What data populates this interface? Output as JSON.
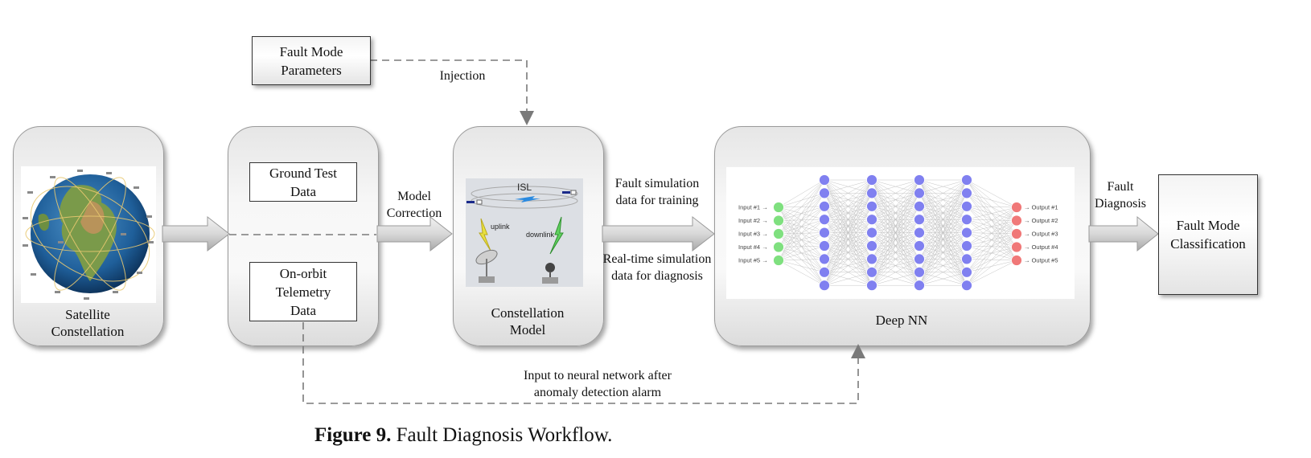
{
  "nodes": {
    "fault_mode_parameters": "Fault Mode Parameters",
    "satellite_constellation": "Satellite Constellation",
    "ground_test_data": "Ground Test Data",
    "on_orbit_telemetry": "On-orbit Telemetry Data",
    "constellation_model": "Constellation Model",
    "deep_nn": "Deep NN",
    "fault_mode_classification": "Fault Mode Classification"
  },
  "edges": {
    "injection": "Injection",
    "model_correction": "Model Correction",
    "fault_sim_training": "Fault simulation data for training",
    "realtime_sim": "Real-time simulation data for diagnosis",
    "fault_diagnosis": "Fault Diagnosis",
    "input_nn": "Input to neural network after anomaly detection alarm"
  },
  "constellation_image": {
    "isl": "ISL",
    "uplink": "uplink",
    "downlink": "downlink"
  },
  "nn": {
    "inputs": [
      "Input #1",
      "Input #2",
      "Input #3",
      "Input #4",
      "Input #5"
    ],
    "outputs": [
      "Output #1",
      "Output #2",
      "Output #3",
      "Output #4",
      "Output #5"
    ],
    "hidden_layers": 4,
    "hidden_nodes": 9,
    "colors": {
      "input": "#7fe07f",
      "hidden": "#8080f0",
      "output": "#f07878"
    }
  },
  "caption": {
    "label": "Figure 9.",
    "text": "Fault Diagnosis Workflow."
  }
}
